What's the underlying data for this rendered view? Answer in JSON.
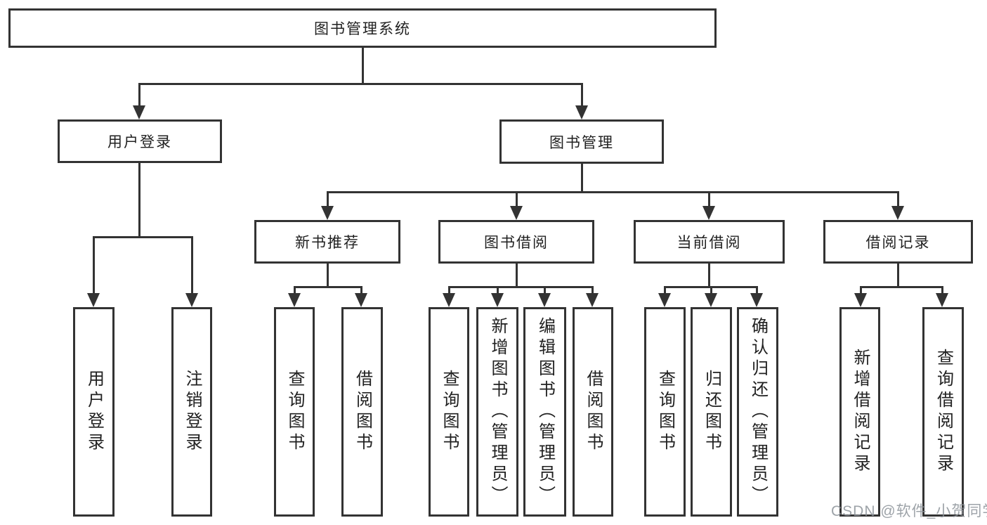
{
  "tree": {
    "label": "图书管理系统",
    "children": [
      {
        "label": "用户登录",
        "children": [
          {
            "label": "用户登录"
          },
          {
            "label": "注销登录"
          }
        ]
      },
      {
        "label": "图书管理",
        "children": [
          {
            "label": "新书推荐",
            "children": [
              {
                "label": "查询图书"
              },
              {
                "label": "借阅图书"
              }
            ]
          },
          {
            "label": "图书借阅",
            "children": [
              {
                "label": "查询图书"
              },
              {
                "label": "新增图书（管理员）"
              },
              {
                "label": "编辑图书（管理员）"
              },
              {
                "label": "借阅图书"
              }
            ]
          },
          {
            "label": "当前借阅",
            "children": [
              {
                "label": "查询图书"
              },
              {
                "label": "归还图书"
              },
              {
                "label": "确认归还（管理员）"
              }
            ]
          },
          {
            "label": "借阅记录",
            "children": [
              {
                "label": "新增借阅记录"
              },
              {
                "label": "查询借阅记录"
              }
            ]
          }
        ]
      }
    ]
  },
  "watermark": {
    "text": "CSDN @软件_小贺同学"
  },
  "colors": {
    "line": "#333333",
    "text": "#212121",
    "node_background": "#ffffff",
    "page_background": "#ffffff",
    "watermark": "#8d939a"
  }
}
